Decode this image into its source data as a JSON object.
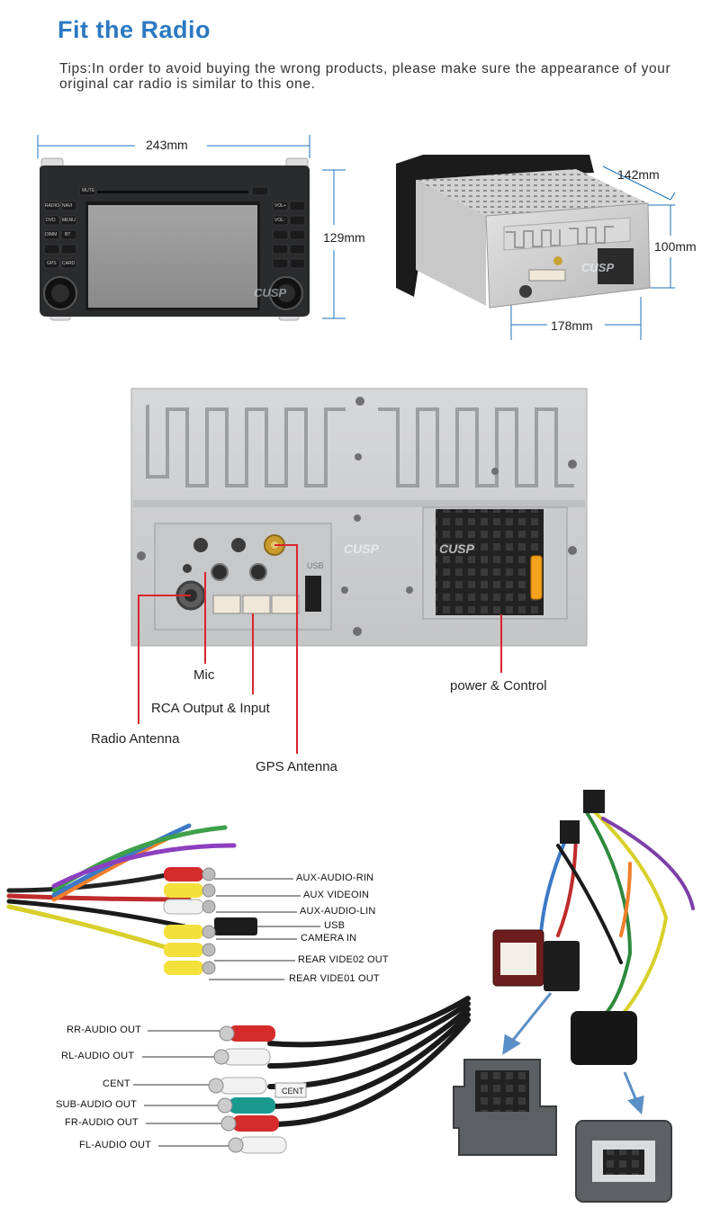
{
  "header": {
    "title": "Fit the Radio",
    "tips": "Tips:In order to avoid buying the wrong products, please make sure the appearance of your original car radio is similar to this one."
  },
  "dimensions": {
    "width": "243mm",
    "height": "129mm",
    "depth_top": "142mm",
    "back_height": "100mm",
    "back_width": "178mm"
  },
  "brand": "CUSP",
  "radio_buttons": [
    "MUTE",
    "RADIO",
    "NAVI",
    "DVD",
    "MENU",
    "DIMM",
    "BT",
    "GPS",
    "CARD",
    "VOL+",
    "VOL-"
  ],
  "back_panel_labels": {
    "mic": "Mic",
    "rca": "RCA Output & Input",
    "radio_antenna": "Radio Antenna",
    "gps_antenna": "GPS Antenna",
    "power": "power & Control",
    "usb_port": "USB"
  },
  "harness_left": [
    "AUX-AUDIO-RIN",
    "AUX VIDEOIN",
    "AUX-AUDIO-LIN",
    "USB",
    "CAMERA IN",
    "REAR VIDE02 OUT",
    "REAR VIDE01 OUT"
  ],
  "harness_audio": [
    "RR-AUDIO OUT",
    "RL-AUDIO OUT",
    "CENT",
    "SUB-AUDIO OUT",
    "FR-AUDIO OUT",
    "FL-AUDIO OUT"
  ],
  "cent_tag": "CENT",
  "colors": {
    "accent": "#2b79c2",
    "pointer": "#d9262b",
    "arrow": "#5b8fc7"
  }
}
